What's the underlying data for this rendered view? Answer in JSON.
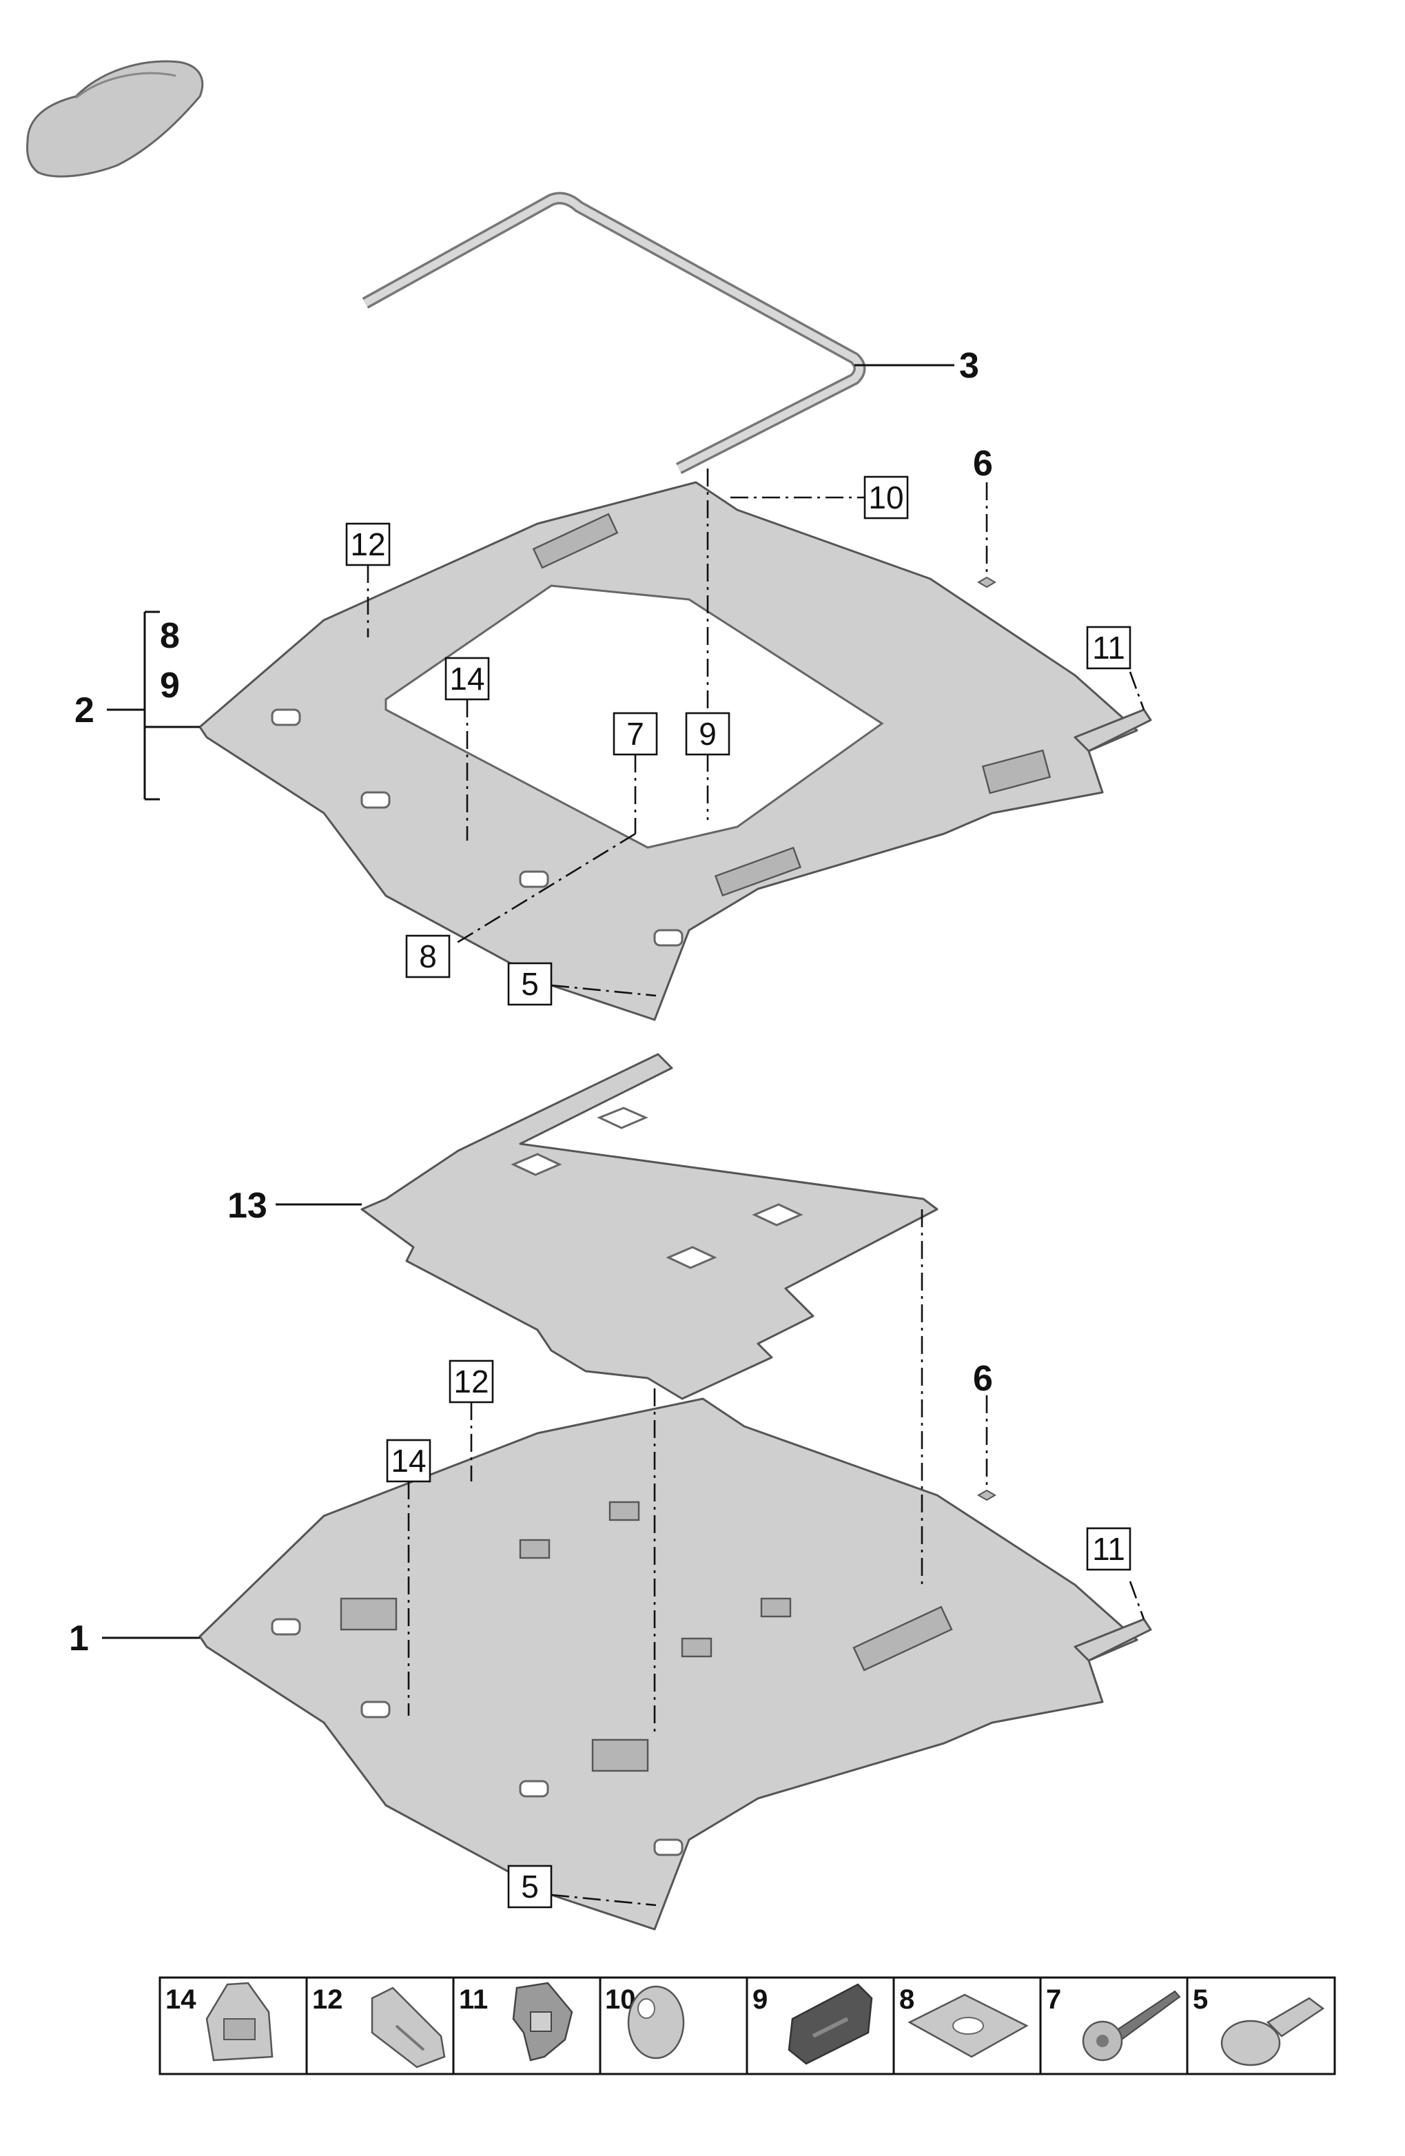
{
  "callouts": {
    "c1": "1",
    "c2": "2",
    "c3": "3",
    "c6a": "6",
    "c6b": "6",
    "c8": "8",
    "c9": "9",
    "c13": "13"
  },
  "boxed_callouts": {
    "b5a": "5",
    "b7": "7",
    "b8": "8",
    "b9": "9",
    "b10": "10",
    "b11a": "11",
    "b12a": "12",
    "b14a": "14",
    "b5b": "5",
    "b11b": "11",
    "b12b": "12",
    "b14b": "14"
  },
  "legend": [
    {
      "number": "14",
      "icon": "retaining-clip-icon"
    },
    {
      "number": "12",
      "icon": "spring-clip-icon"
    },
    {
      "number": "11",
      "icon": "connector-clip-icon"
    },
    {
      "number": "10",
      "icon": "round-cap-icon"
    },
    {
      "number": "9",
      "icon": "clip-nut-icon"
    },
    {
      "number": "8",
      "icon": "speed-nut-icon"
    },
    {
      "number": "7",
      "icon": "screw-icon"
    },
    {
      "number": "5",
      "icon": "expanding-rivet-icon"
    }
  ],
  "colors": {
    "part_fill": "#cfcfcf",
    "line": "#111111"
  }
}
